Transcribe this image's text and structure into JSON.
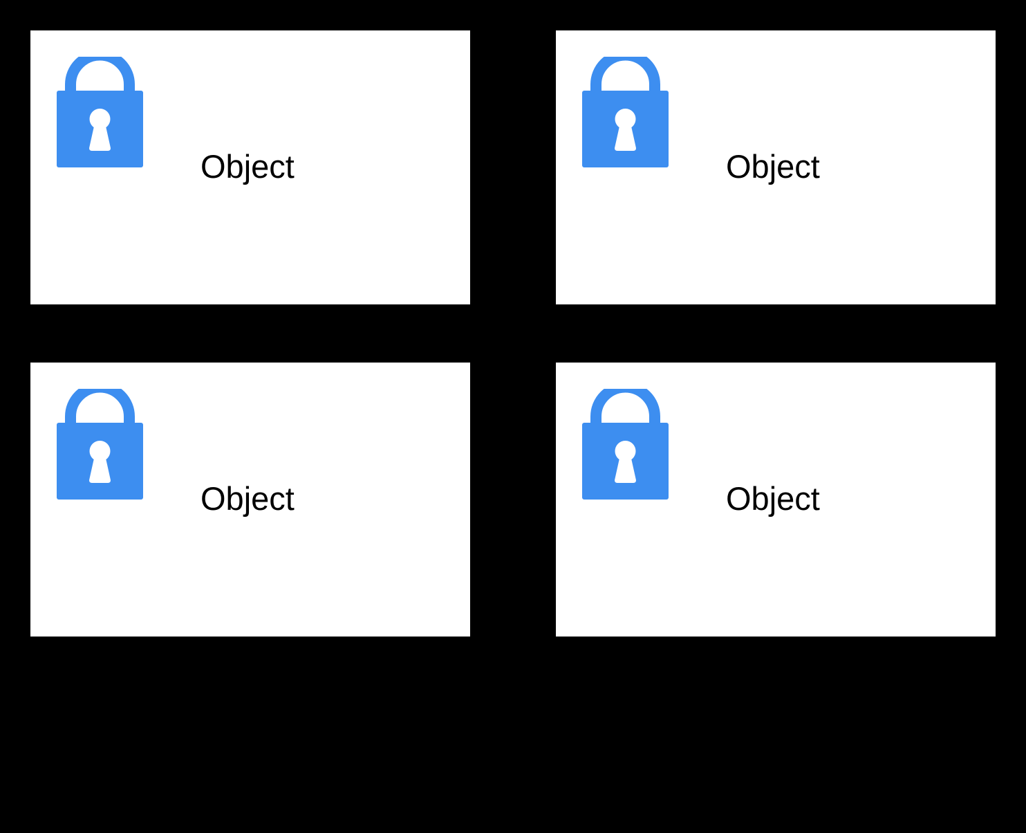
{
  "colors": {
    "background": "#000000",
    "card": "#ffffff",
    "lock": "#3d8ef0",
    "text": "#000000"
  },
  "cards": [
    {
      "icon": "lock-icon",
      "label": "Object"
    },
    {
      "icon": "lock-icon",
      "label": "Object"
    },
    {
      "icon": "lock-icon",
      "label": "Object"
    },
    {
      "icon": "lock-icon",
      "label": "Object"
    }
  ]
}
